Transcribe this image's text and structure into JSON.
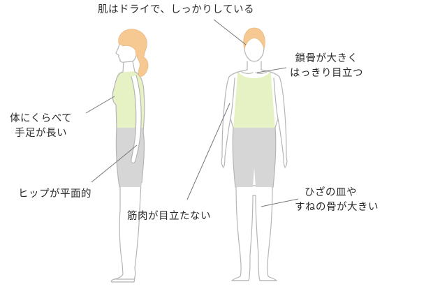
{
  "labels": {
    "skin": "肌はドライで、しっかりしている",
    "collarbone": [
      "鎖骨が大きく",
      "はっきり目立つ"
    ],
    "limbs": [
      "体にくらべて",
      "手足が長い"
    ],
    "hip": "ヒップが平面的",
    "muscle": "筋肉が目立たない",
    "knee": [
      "ひざの皿や",
      "すねの骨が大きい"
    ]
  },
  "colors": {
    "hair": "#f6c993",
    "top": "#e6f2c4",
    "shorts": "#d6d6d6",
    "outline": "#b5b5b5",
    "leader_line": "#777777",
    "text": "#2a2a2a"
  }
}
